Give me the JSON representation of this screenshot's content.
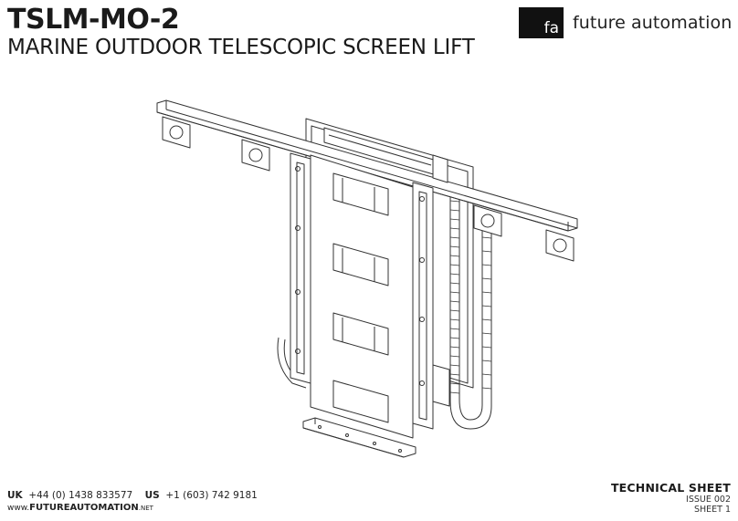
{
  "header": {
    "model": "TSLM-MO-2",
    "product_name": "MARINE OUTDOOR TELESCOPIC SCREEN LIFT"
  },
  "logo": {
    "mark": "fa",
    "brand": "future automation"
  },
  "footer": {
    "uk_label": "UK",
    "uk_phone": "+44 (0) 1438 833577",
    "us_label": "US",
    "us_phone": "+1 (603) 742 9181",
    "web_prefix": "www.",
    "web_domain": "FUTUREAUTOMATION",
    "web_suffix": ".NET",
    "sheet_title": "TECHNICAL SHEET",
    "issue": "ISSUE 002",
    "sheet": "SHEET 1"
  },
  "colors": {
    "ink": "#1a1a1a",
    "logo_bg": "#111111",
    "line": "#333333"
  }
}
